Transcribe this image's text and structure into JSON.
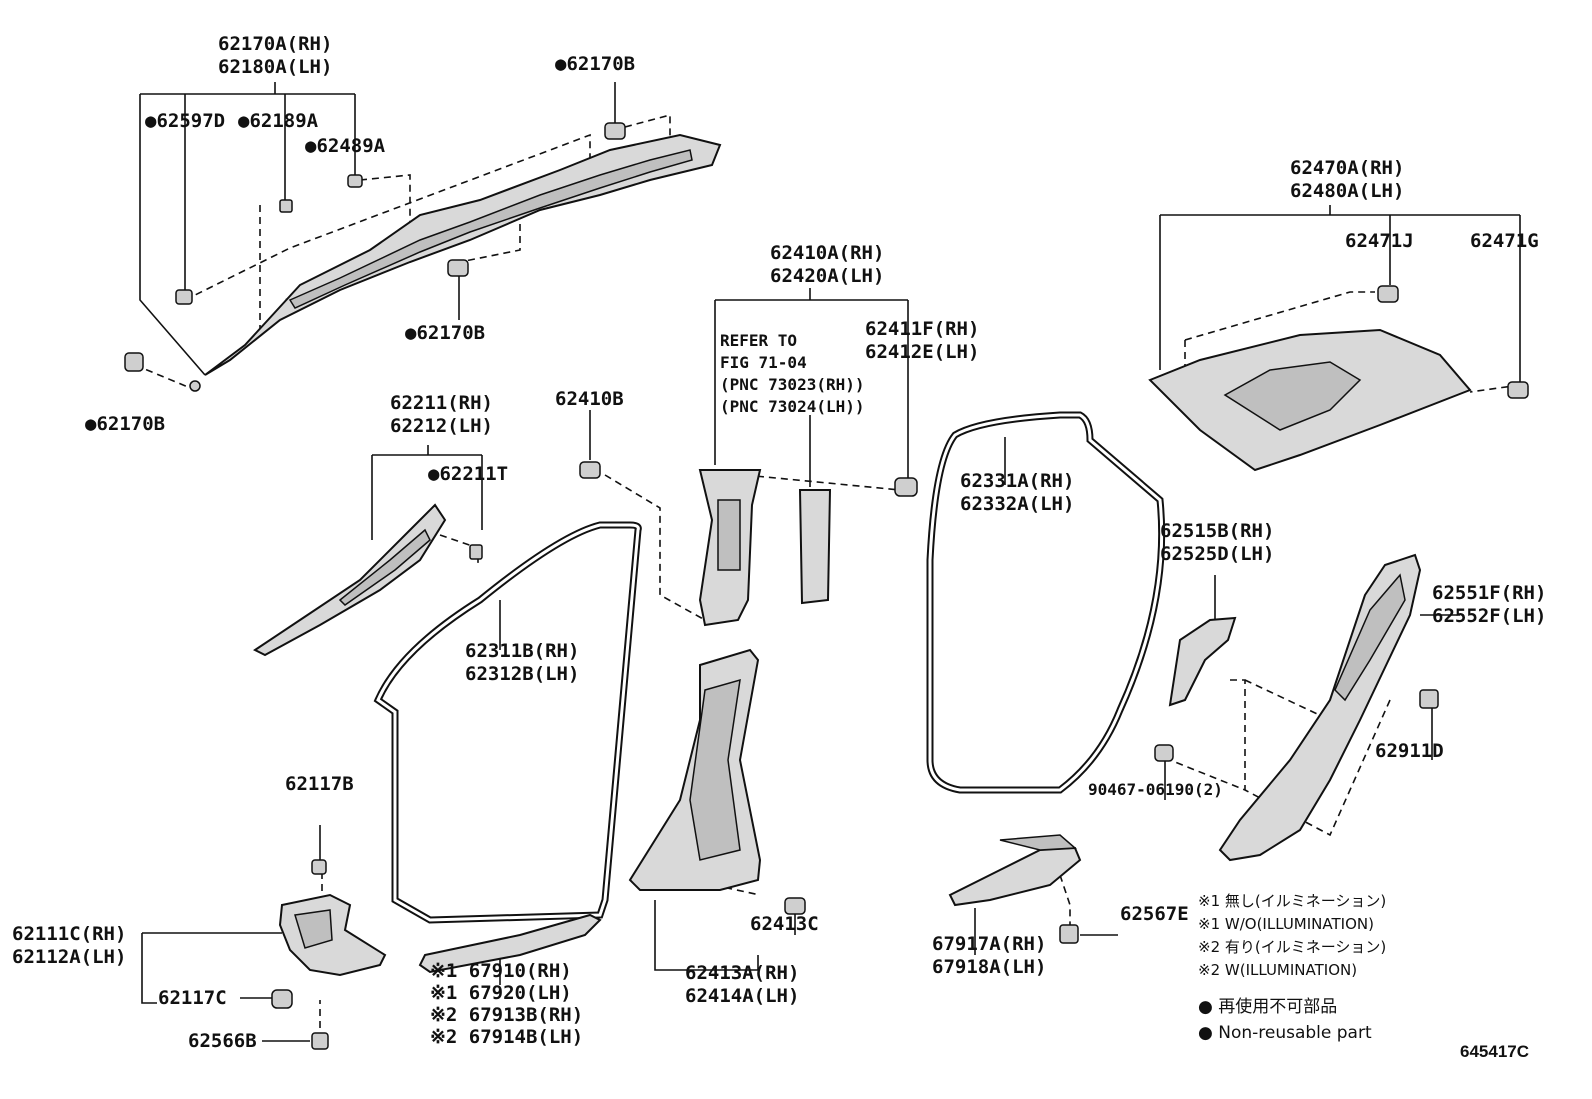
{
  "labels": {
    "l1": {
      "a": "62170A(RH)",
      "b": "62180A(LH)"
    },
    "l2": {
      "a": "●62170B"
    },
    "l3": {
      "a": "●62597D"
    },
    "l4": {
      "a": "●62189A"
    },
    "l5": {
      "a": "●62489A"
    },
    "l6": {
      "a": "●62170B"
    },
    "l7": {
      "a": "●62170B"
    },
    "l8": {
      "a": "62470A(RH)",
      "b": "62480A(LH)"
    },
    "l9": {
      "a": "62471J"
    },
    "l10": {
      "a": "62471G"
    },
    "l11": {
      "a": "62410A(RH)",
      "b": "62420A(LH)"
    },
    "l12": {
      "a": "REFER TO",
      "b": "FIG 71-04",
      "c": "(PNC 73023(RH))",
      "d": "(PNC 73024(LH))"
    },
    "l13": {
      "a": "62411F(RH)",
      "b": "62412E(LH)"
    },
    "l14": {
      "a": "62211(RH)",
      "b": "62212(LH)"
    },
    "l15": {
      "a": "●62211T"
    },
    "l16": {
      "a": "62410B"
    },
    "l17": {
      "a": "62331A(RH)",
      "b": "62332A(LH)"
    },
    "l18": {
      "a": "62515B(RH)",
      "b": "62525D(LH)"
    },
    "l19": {
      "a": "62551F(RH)",
      "b": "62552F(LH)"
    },
    "l20": {
      "a": "62311B(RH)",
      "b": "62312B(LH)"
    },
    "l21": {
      "a": "62911D"
    },
    "l22": {
      "a": "90467-06190(2)"
    },
    "l23": {
      "a": "62117B"
    },
    "l24": {
      "a": "62111C(RH)",
      "b": "62112A(LH)"
    },
    "l25": {
      "a": "62117C"
    },
    "l26": {
      "a": "62566B"
    },
    "l27": {
      "a": "※1 67910(RH)",
      "b": "※1 67920(LH)",
      "c": "※2 67913B(RH)",
      "d": "※2 67914B(LH)"
    },
    "l28": {
      "a": "62413C"
    },
    "l29": {
      "a": "62413A(RH)",
      "b": "62414A(LH)"
    },
    "l30": {
      "a": "67917A(RH)",
      "b": "67918A(LH)"
    },
    "l31": {
      "a": "62567E"
    }
  },
  "notes": {
    "n1": "※1 無し(イルミネーション)",
    "n2": "※1 W/O(ILLUMINATION)",
    "n3": "※2 有り(イルミネーション)",
    "n4": "※2 W(ILLUMINATION)"
  },
  "legend": {
    "jp": "● 再使用不可部品",
    "en": "● Non-reusable part"
  },
  "figure_code": "645417C"
}
